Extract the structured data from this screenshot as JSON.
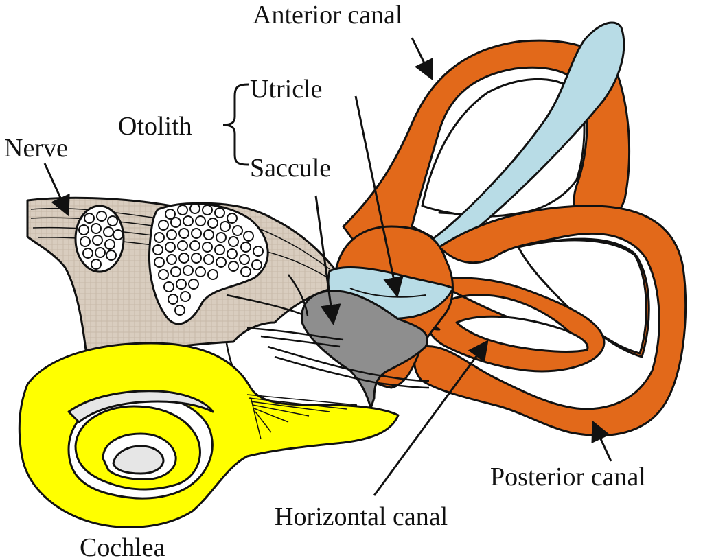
{
  "labels": {
    "anterior_canal": "Anterior canal",
    "utricle": "Utricle",
    "otolith": "Otolith",
    "nerve": "Nerve",
    "saccule": "Saccule",
    "posterior_canal": "Posterior canal",
    "horizontal_canal": "Horizontal canal",
    "cochlea": "Cochlea"
  },
  "colors": {
    "canal": "#E2691A",
    "utricle_fill": "#B8DCE6",
    "saccule_fill": "#8E8E8E",
    "cochlea_fill": "#FFFF00",
    "nerve_fill": "#D9CDBF",
    "outline": "#111111"
  }
}
